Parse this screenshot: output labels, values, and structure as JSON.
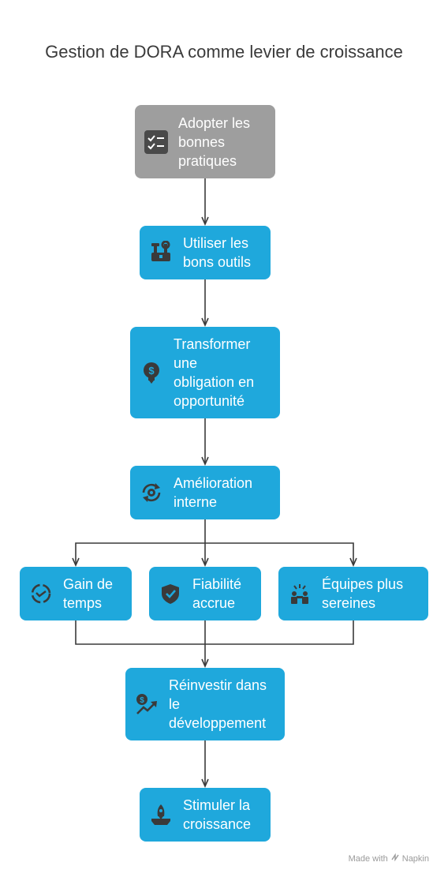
{
  "title": "Gestion de DORA comme levier de croissance",
  "colors": {
    "primary": "#1fa8dc",
    "secondary": "#9e9e9e",
    "connector": "#3a3a3a"
  },
  "nodes": {
    "adopter": {
      "label": "Adopter les\nbonnes\npratiques",
      "icon": "checklist-icon"
    },
    "outils": {
      "label": "Utiliser les\nbons outils",
      "icon": "toolbox-icon"
    },
    "transformer": {
      "label": "Transformer\nune\nobligation en\nopportunité",
      "icon": "money-lightbulb-icon"
    },
    "amelioration": {
      "label": "Amélioration\ninterne",
      "icon": "refresh-gear-icon"
    },
    "gain": {
      "label": "Gain de\ntemps",
      "icon": "time-cycle-icon"
    },
    "fiabilite": {
      "label": "Fiabilité\naccrue",
      "icon": "shield-check-icon"
    },
    "equipes": {
      "label": "Équipes plus\nsereines",
      "icon": "team-celebration-icon"
    },
    "reinvestir": {
      "label": "Réinvestir dans\nle\ndéveloppement",
      "icon": "money-growth-icon"
    },
    "stimuler": {
      "label": "Stimuler la\ncroissance",
      "icon": "rocket-launch-icon"
    }
  },
  "credit": {
    "prefix": "Made with",
    "brand": "Napkin"
  }
}
